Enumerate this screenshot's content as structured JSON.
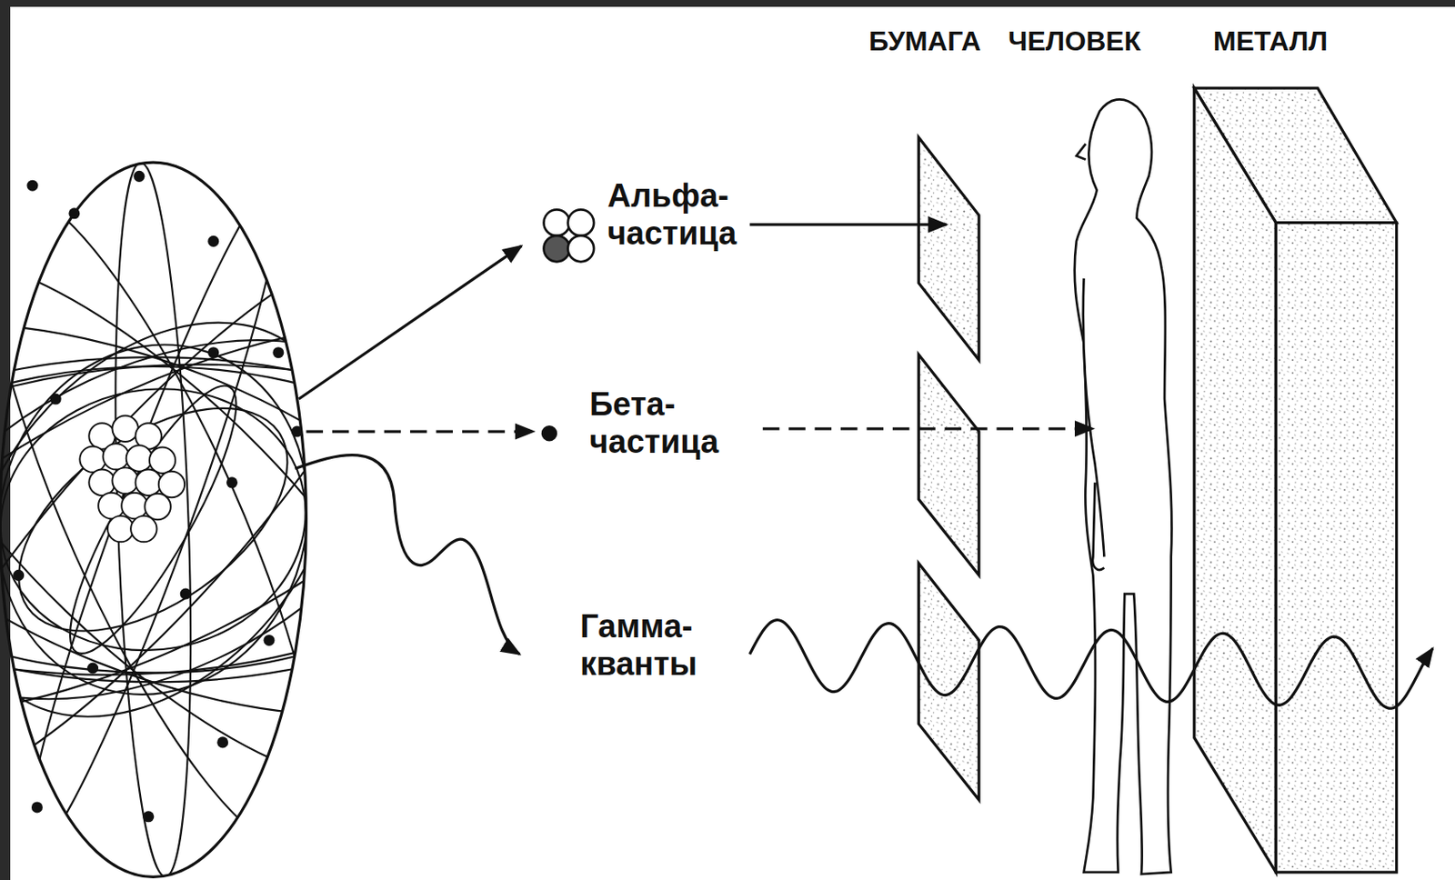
{
  "diagram": {
    "labels": [
      "БУМАГА",
      "ЧЕЛОВЕК",
      "МЕТАЛЛ",
      "Альфа- частица",
      "Бета- частица",
      "Гамма- кванты"
    ]
  }
}
